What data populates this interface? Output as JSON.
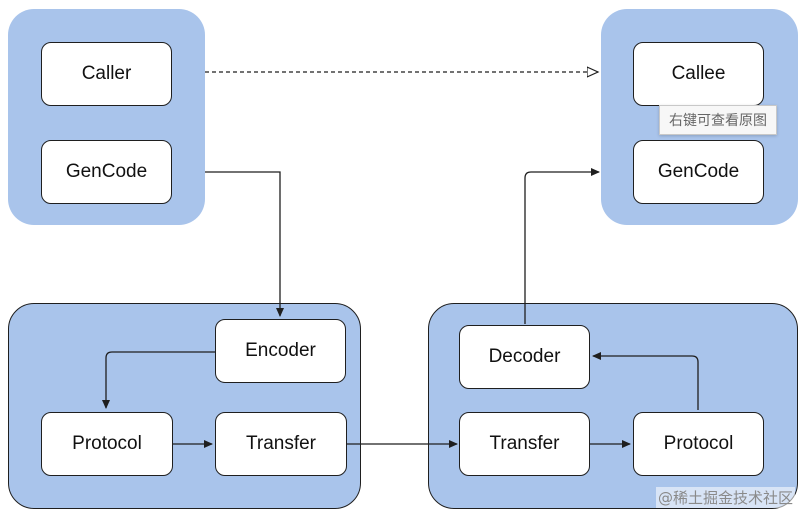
{
  "groups": {
    "caller_side": "",
    "callee_side": "",
    "encode_side": "",
    "decode_side": ""
  },
  "nodes": {
    "caller": "Caller",
    "gencode_left": "GenCode",
    "callee": "Callee",
    "gencode_right": "GenCode",
    "encoder": "Encoder",
    "protocol_left": "Protocol",
    "transfer_left": "Transfer",
    "decoder": "Decoder",
    "transfer_right": "Transfer",
    "protocol_right": "Protocol"
  },
  "tooltip": "右键可查看原图",
  "watermark": "@稀土掘金技术社区",
  "colors": {
    "group_fill": "#a9c4eb",
    "node_fill": "#ffffff",
    "stroke": "#1f1f1f"
  }
}
